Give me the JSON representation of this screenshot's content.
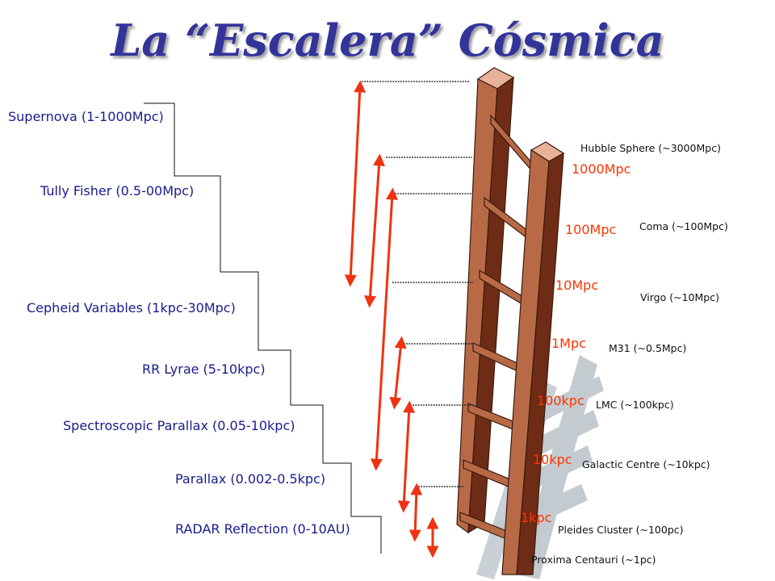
{
  "title": "La “Escalera” Cósmica",
  "methods": [
    "Supernova (1-1000Mpc)",
    "Tully Fisher (0.5-00Mpc)",
    "Cepheid Variables (1kpc-30Mpc)",
    "RR Lyrae (5-10kpc)",
    "Spectroscopic Parallax (0.05-10kpc)",
    "Parallax (0.002-0.5kpc)",
    "RADAR Reflection (0-10AU)"
  ],
  "distance_scale": [
    "1000Mpc",
    "100Mpc",
    "10Mpc",
    "1Mpc",
    "100kpc",
    "10kpc",
    "1kpc"
  ],
  "objects": [
    "Hubble Sphere (~3000Mpc)",
    "Coma (~100Mpc)",
    "Virgo (~10Mpc)",
    "M31  (~0.5Mpc)",
    "LMC  (~100kpc)",
    "Galactic Centre (~10kpc)",
    "Pleides Cluster (~100pc)",
    "Proxima Centauri (~1pc)"
  ],
  "colors": {
    "title": "#33349a",
    "method_text": "#1a1a8c",
    "distance_text": "#ff3300",
    "arrow": "#ee3311",
    "ladder_wood": "#b86a47",
    "ladder_dark": "#5a2212",
    "shadow": "#c3cbd1"
  }
}
